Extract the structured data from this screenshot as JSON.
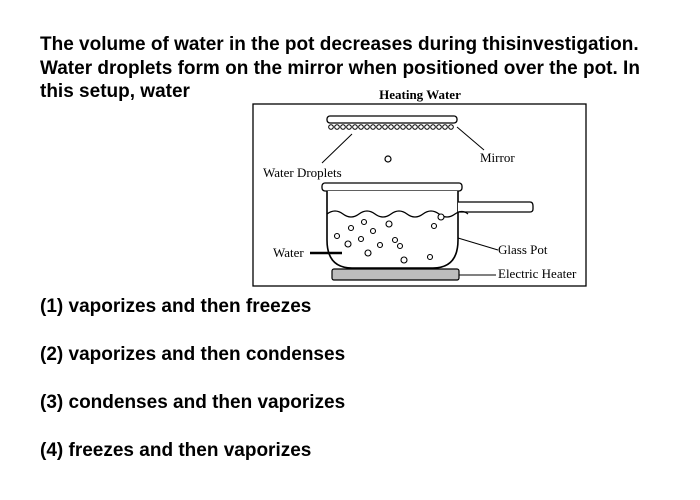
{
  "question": {
    "line1": "The volume of water in the pot decreases during thisinvestigation.",
    "line2": "Water droplets form on the mirror when positioned over the pot. In",
    "line3": "this setup, water"
  },
  "diagram": {
    "title": "Heating Water",
    "labels": {
      "water_droplets": "Water Droplets",
      "mirror": "Mirror",
      "water": "Water",
      "glass_pot": "Glass Pot",
      "electric_heater": "Electric Heater"
    }
  },
  "choices": [
    {
      "label": "(1) vaporizes and then freezes"
    },
    {
      "label": "(2) vaporizes and then condenses"
    },
    {
      "label": "(3) condenses and then vaporizes"
    },
    {
      "label": "(4) freezes and then vaporizes"
    }
  ]
}
